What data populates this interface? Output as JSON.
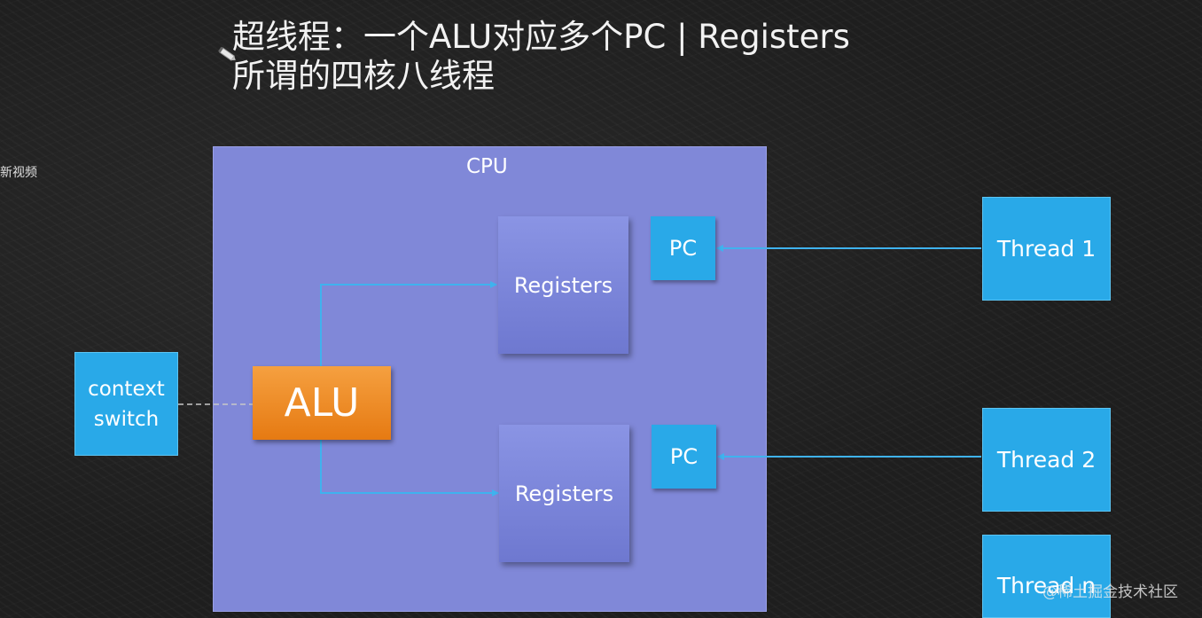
{
  "title": {
    "line1": "超线程：一个ALU对应多个PC | Registers",
    "line2": "所谓的四核八线程"
  },
  "side_text": "新视频",
  "diagram": {
    "cpu_label": "CPU",
    "alu_label": "ALU",
    "registers_top": "Registers",
    "registers_bottom": "Registers",
    "pc_top": "PC",
    "pc_bottom": "PC",
    "context_switch_line1": "context",
    "context_switch_line2": "switch",
    "threads": [
      "Thread 1",
      "Thread 2",
      "Thread n"
    ]
  },
  "watermark": "@稀土掘金技术社区",
  "colors": {
    "cpu_fill": "#8088d8",
    "box_blue": "#29a9e8",
    "alu_orange": "#f08a24",
    "arrow": "#3fb2ee",
    "background": "#1e1e1e"
  },
  "icons": [
    "pencil-cursor-icon"
  ]
}
